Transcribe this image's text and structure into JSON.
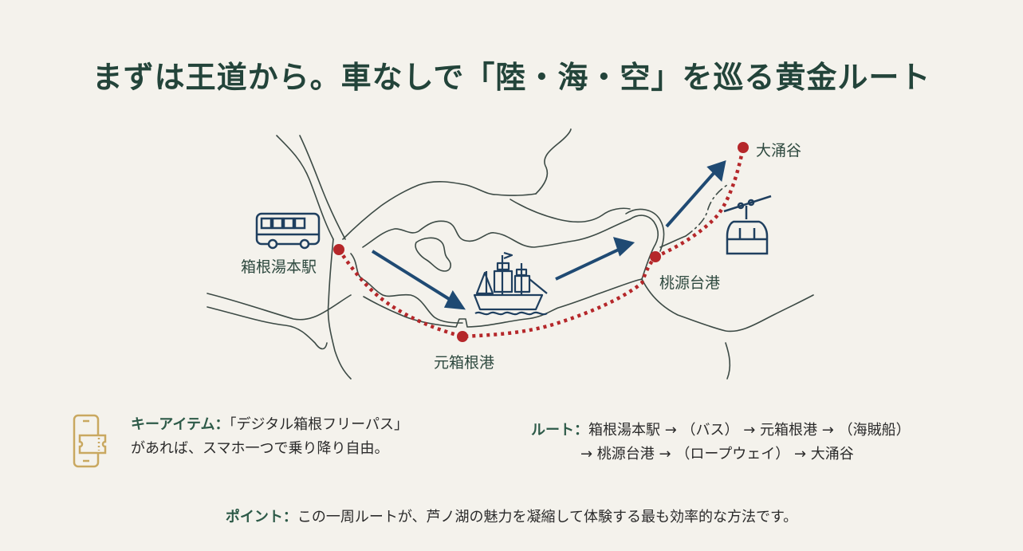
{
  "title": "まずは王道から。車なしで「陸・海・空」を巡る黄金ルート",
  "map": {
    "stations": [
      {
        "name": "箱根湯本駅",
        "icon": "bus-icon"
      },
      {
        "name": "元箱根港",
        "icon": "pirate-ship-icon"
      },
      {
        "name": "桃源台港",
        "icon": "ropeway-gondola-icon"
      },
      {
        "name": "大涌谷",
        "icon": null
      }
    ],
    "colors": {
      "route_dots": "#b5272a",
      "arrows": "#1f4a73",
      "terrain_lines": "#3c4a45",
      "icons": "#1f3f5f",
      "title": "#23443a",
      "key_item_icon": "#c9a860"
    }
  },
  "key_item": {
    "label": "キーアイテム：",
    "line1_rest": "「デジタル箱根フリーパス」",
    "line2": "があれば、スマホ一つで乗り降り自由。",
    "icon": "smartphone-ticket-icon"
  },
  "route": {
    "label": "ルート：",
    "line1_rest": "箱根湯本駅 → （バス） → 元箱根港 → （海賊船）",
    "line2": "→ 桃源台港 → （ロープウェイ） → 大涌谷"
  },
  "point": {
    "label": "ポイント：",
    "text": "この一周ルートが、芦ノ湖の魅力を凝縮して体験する最も効率的な方法です。"
  }
}
